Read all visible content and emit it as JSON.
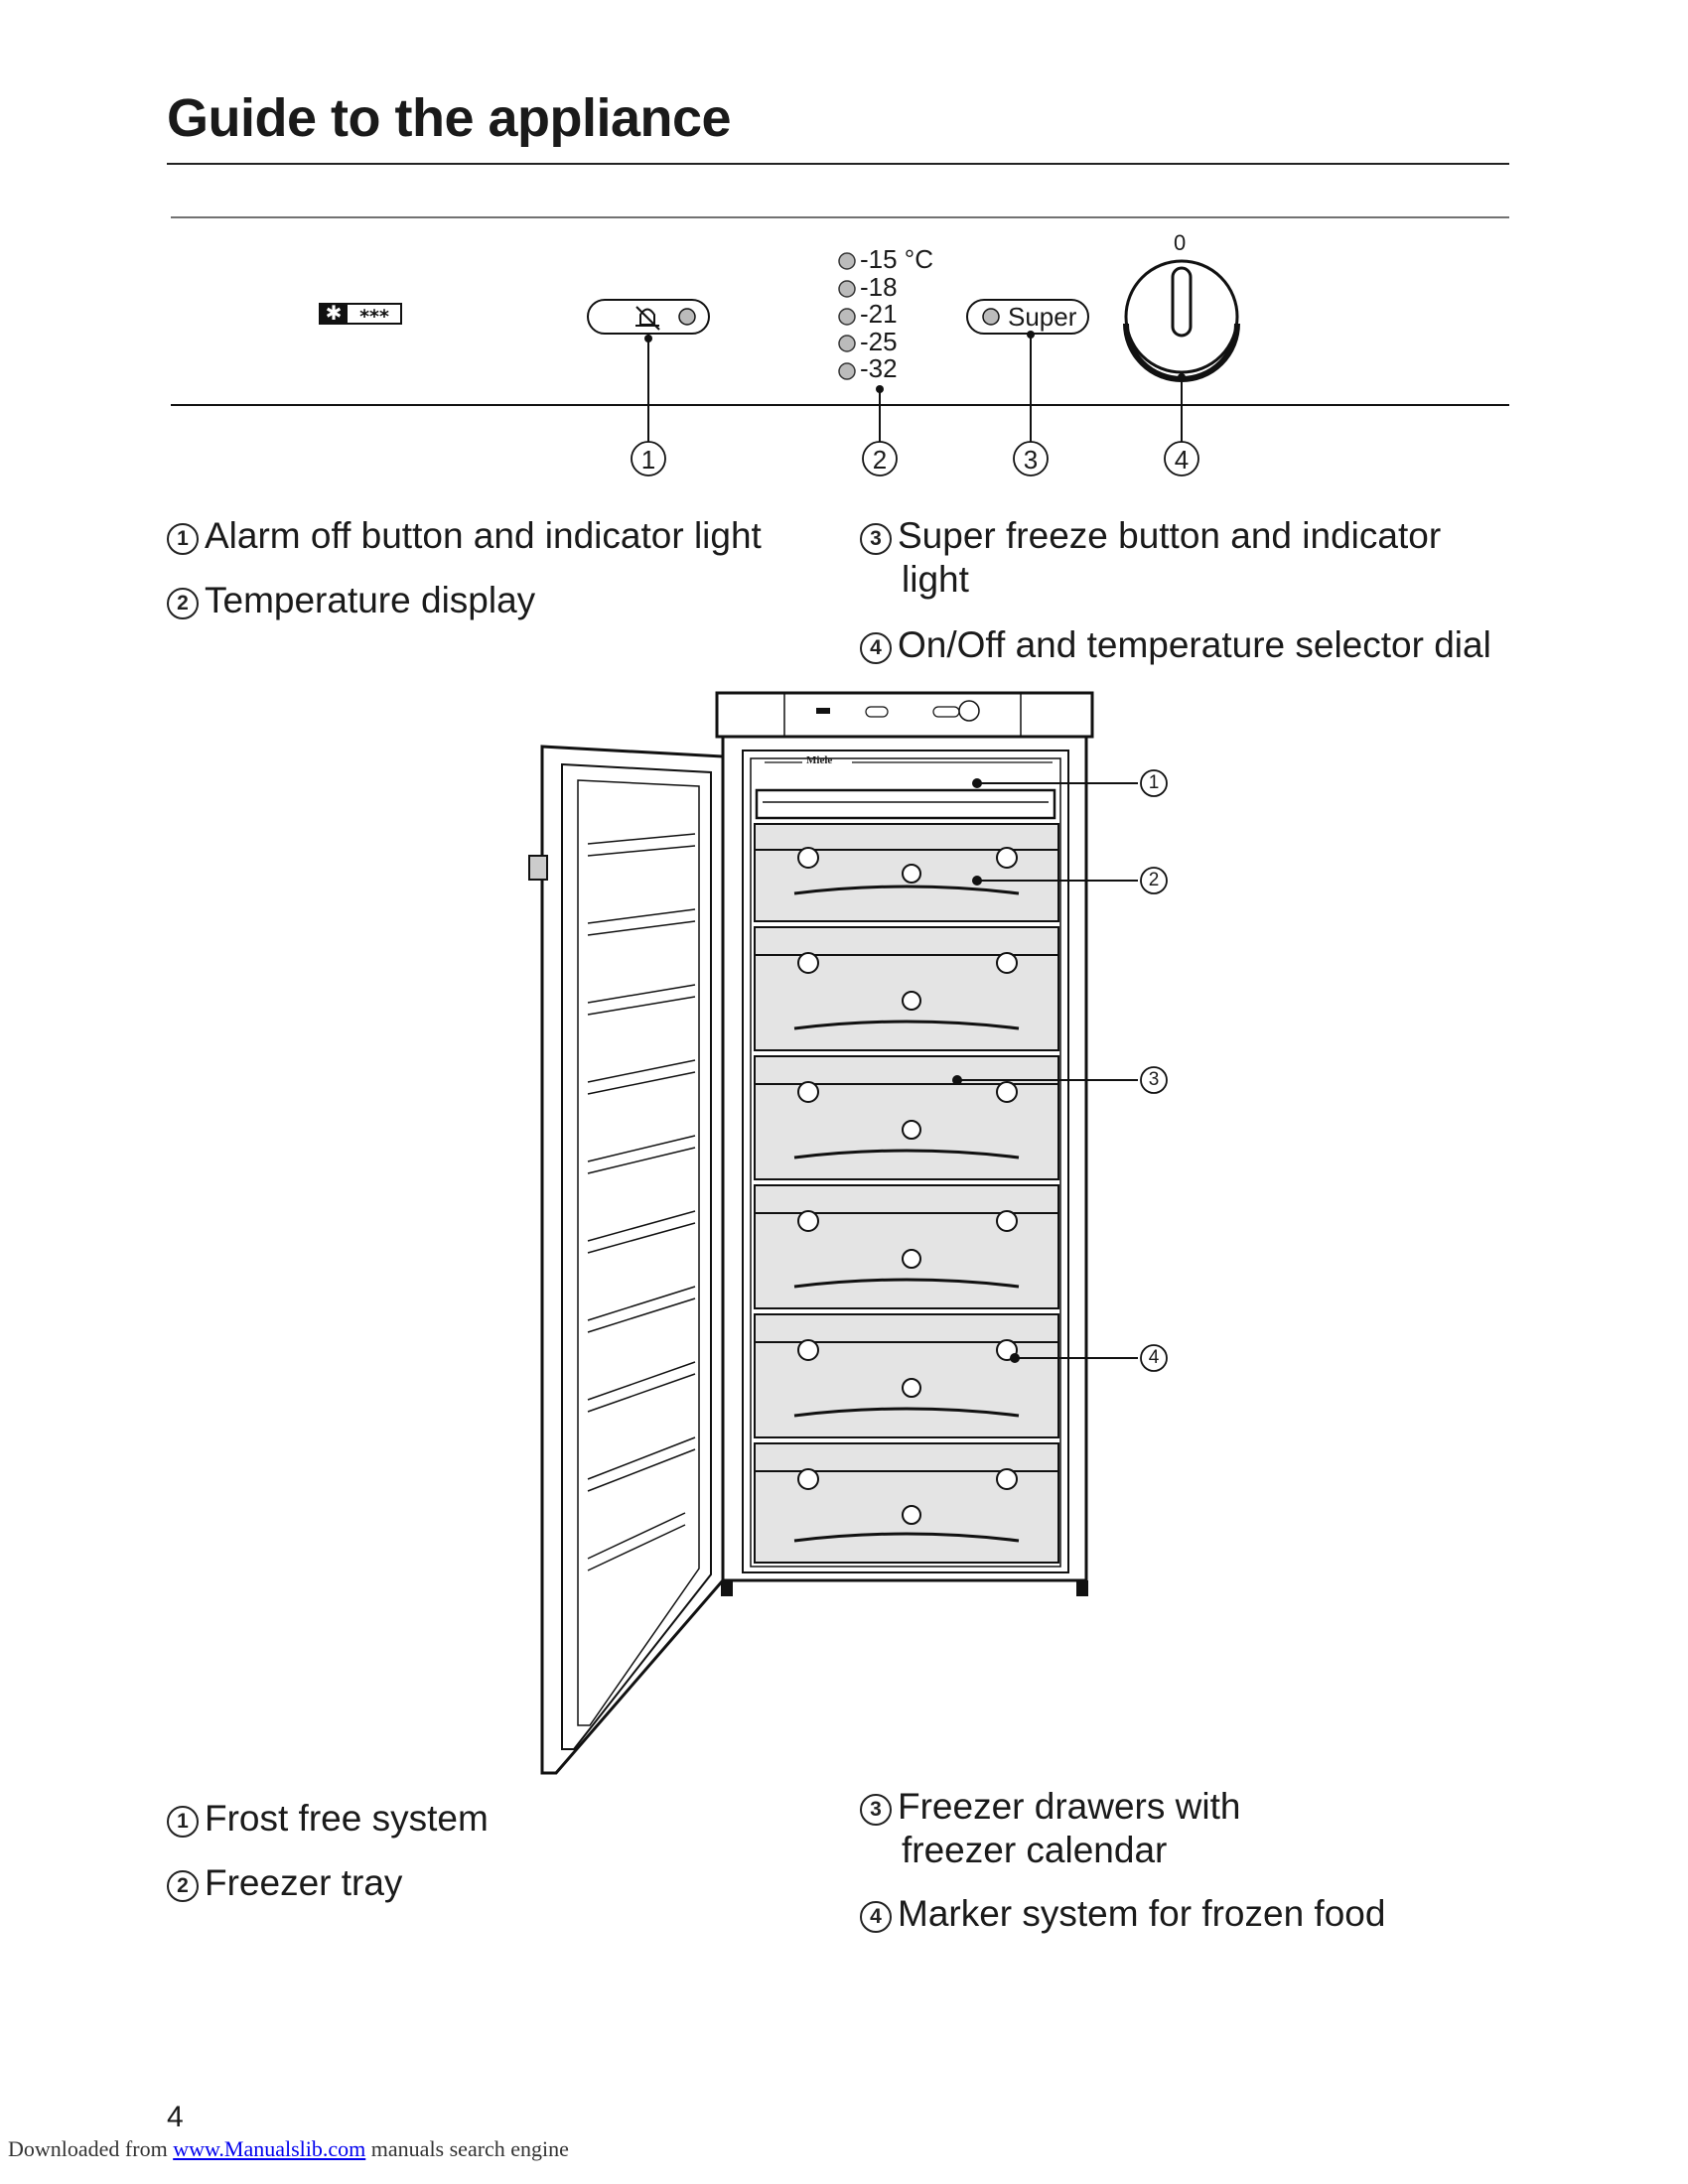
{
  "page": {
    "title": "Guide to the appliance",
    "number": "4"
  },
  "control_panel": {
    "temperatures": [
      "-15 °C",
      "-18",
      "-21",
      "-25",
      "-32"
    ],
    "super_label": "Super",
    "dial_zero": "0",
    "callouts": [
      "1",
      "2",
      "3",
      "4"
    ],
    "legend": [
      {
        "n": "1",
        "text": "Alarm off button and indicator light"
      },
      {
        "n": "2",
        "text": "Temperature display"
      },
      {
        "n": "3",
        "text": "Super freeze button and indicator",
        "cont": "light"
      },
      {
        "n": "4",
        "text": "On/Off and temperature selector dial"
      }
    ]
  },
  "freezer": {
    "brand": "Miele",
    "callouts": [
      "1",
      "2",
      "3",
      "4"
    ],
    "legend": [
      {
        "n": "1",
        "text": "Frost free system"
      },
      {
        "n": "2",
        "text": "Freezer tray"
      },
      {
        "n": "3",
        "text": "Freezer drawers with",
        "cont": "freezer calendar"
      },
      {
        "n": "4",
        "text": "Marker system for frozen food"
      }
    ]
  },
  "footer": {
    "prefix": "Downloaded from ",
    "link": "www.Manualslib.com",
    "suffix": " manuals search engine"
  }
}
